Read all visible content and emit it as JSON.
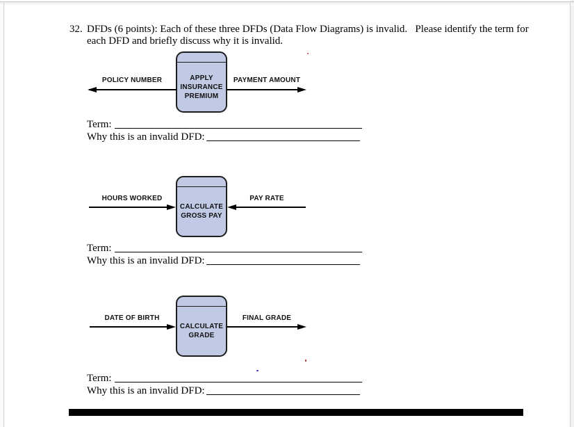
{
  "question": {
    "number": "32.",
    "line1": "DFDs (6 points): Each of these three DFDs (Data Flow Diagrams) is invalid.   Please identify the term for",
    "line2": "each DFD and briefly discuss why it is invalid."
  },
  "answer_labels": {
    "term": "Term:",
    "why": "Why this is an invalid DFD:"
  },
  "diagrams": [
    {
      "process_label": "APPLY\nINSURANCE\nPREMIUM",
      "left_flow_label": "POLICY NUMBER",
      "left_flow_direction": "output-left",
      "right_flow_label": "PAYMENT AMOUNT",
      "right_flow_direction": "output-right"
    },
    {
      "process_label": "CALCULATE\nGROSS PAY",
      "left_flow_label": "HOURS WORKED",
      "left_flow_direction": "input-right",
      "right_flow_label": "PAY RATE",
      "right_flow_direction": "input-left"
    },
    {
      "process_label": "CALCULATE\nGRADE",
      "left_flow_label": "DATE OF BIRTH",
      "left_flow_direction": "input-right",
      "right_flow_label": "FINAL GRADE",
      "right_flow_direction": "output-right"
    }
  ],
  "colors": {
    "process_fill": "#c0cae4",
    "process_border": "#1e1e1e",
    "arrow": "#000000",
    "page_border": "#c9c9c9",
    "redaction_bar": "#000000"
  }
}
